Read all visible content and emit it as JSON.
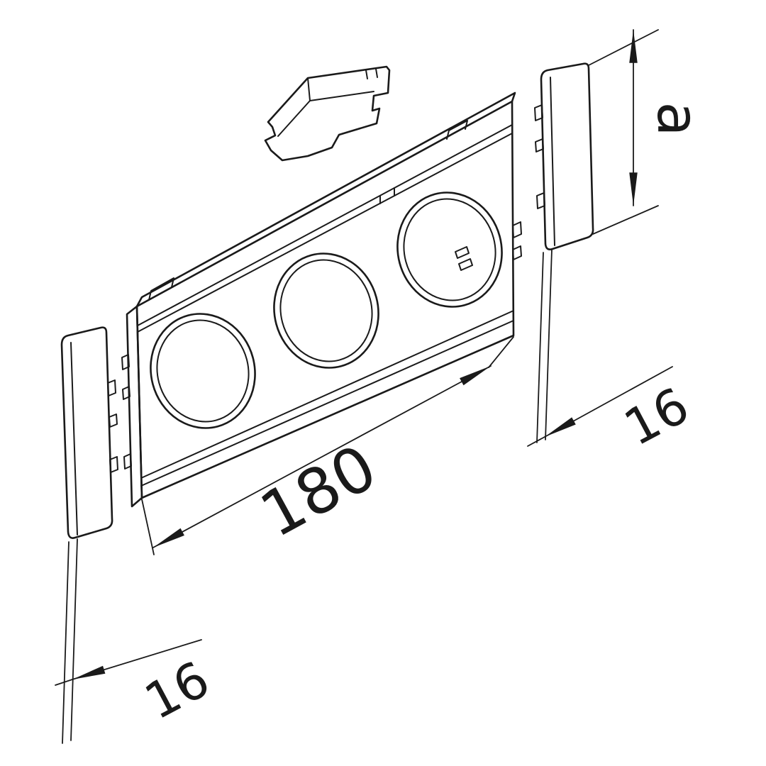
{
  "diagram": {
    "background": "#ffffff",
    "line_color": "#1a1a1a",
    "labels": {
      "plate_length": "180",
      "trim_width_left": "16",
      "trim_width_right": "16",
      "trim_height": "a"
    }
  }
}
